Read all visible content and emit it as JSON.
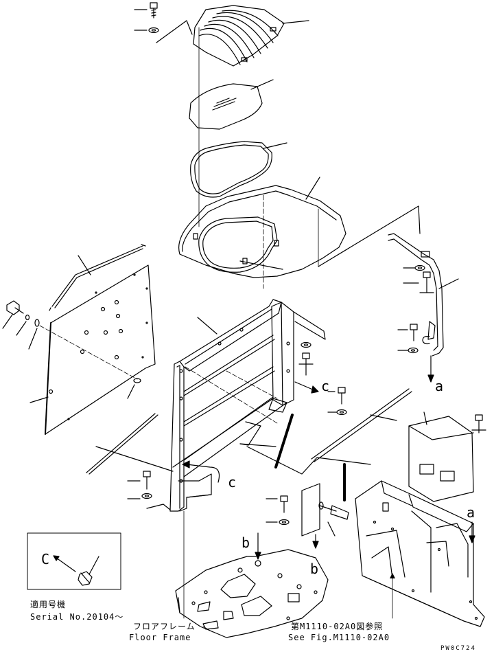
{
  "markers": {
    "a_right": "a",
    "a_console": "a",
    "b_floor": "b",
    "b_bracket": "b",
    "c_right": "c",
    "c_left": "c",
    "c_inset": "C"
  },
  "serial_note": {
    "label": "適用号機",
    "value": "Serial No.20104～"
  },
  "floor_frame": {
    "jp": "フロアフレーム",
    "en": "Floor Frame"
  },
  "see_ref": {
    "jp": "第M1110-02A0図参照",
    "en": "See Fig.M1110-02A0"
  },
  "drawing_code": "PW0C724"
}
